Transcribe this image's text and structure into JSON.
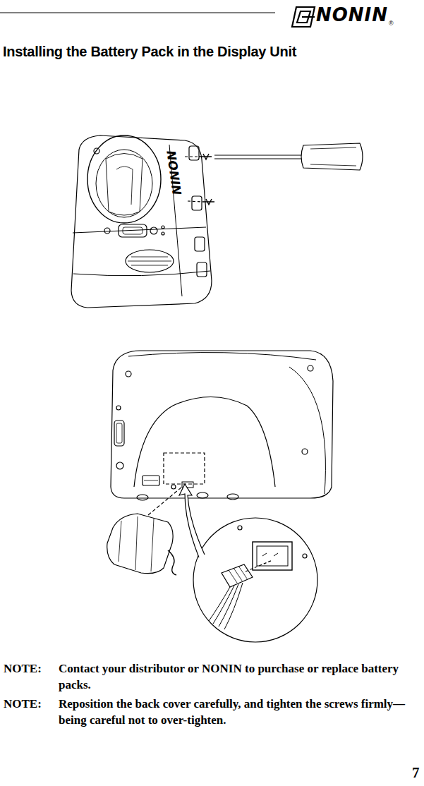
{
  "diagram": {
    "title": "Installing the Battery Pack in the Display Unit",
    "labels": [
      "NONIN",
      "®",
      "NONIN",
      "NOTE:",
      "Contact your distributor or NONIN to purchase or replace battery packs.",
      "NOTE:",
      "Reposition the back cover carefully, and tighten the screws firmly—being careful not to over-tighten.",
      "7"
    ]
  }
}
